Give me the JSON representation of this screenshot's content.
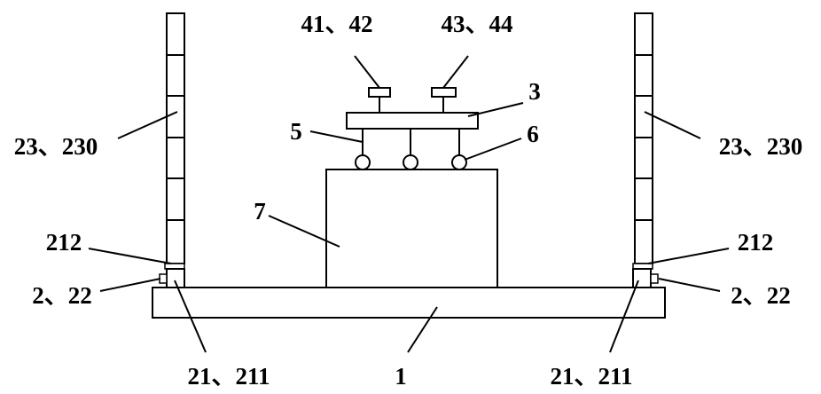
{
  "labels": {
    "top_left": "41、42",
    "top_right": "43、44",
    "frame": "3",
    "rod": "5",
    "roller": "6",
    "block": "7",
    "rack_left": "23、230",
    "rack_right": "23、230",
    "part_212_left": "212",
    "part_212_right": "212",
    "part_2_22_left": "2、22",
    "part_2_22_right": "2、22",
    "part_21_211_left": "21、211",
    "part_21_211_right": "21、211",
    "base": "1"
  }
}
